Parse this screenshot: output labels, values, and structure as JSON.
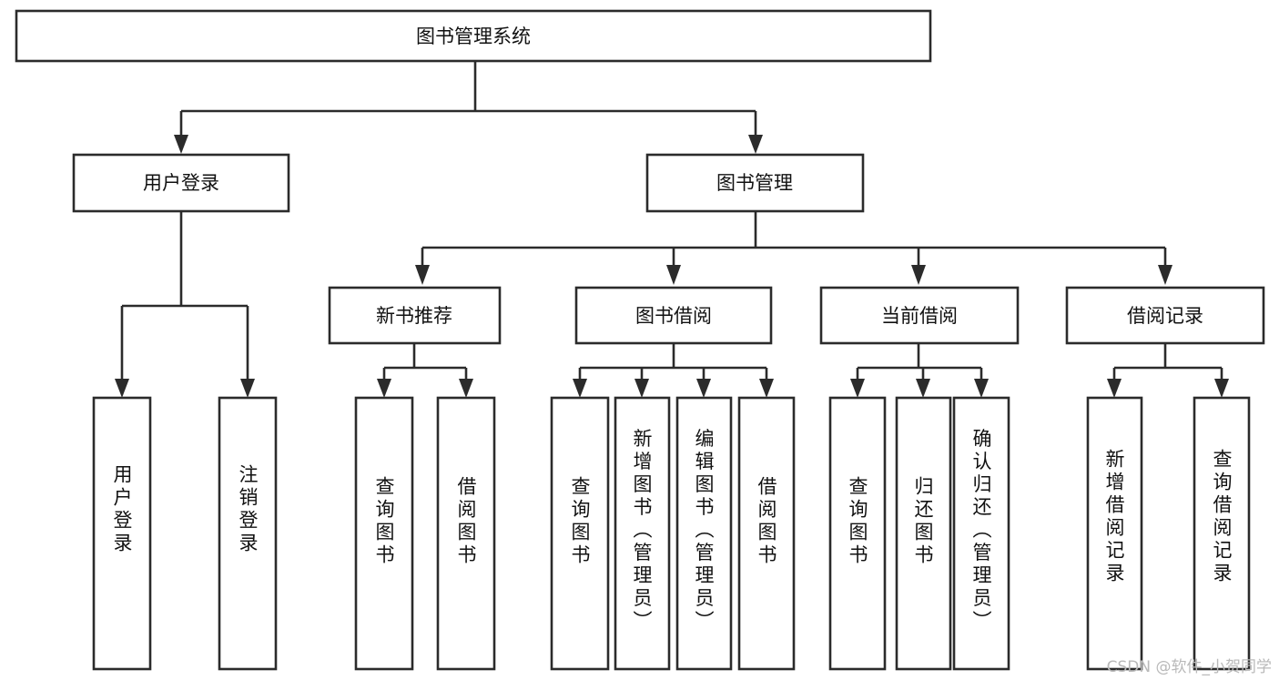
{
  "diagram": {
    "type": "tree",
    "title": "图书管理系统",
    "watermark": "CSDN @软件_小贺同学",
    "colors": {
      "box_stroke": "#2b2b2b",
      "box_fill": "#ffffff",
      "text": "#111111",
      "watermark": "#b9b9b9"
    },
    "levels": {
      "root": {
        "label": "图书管理系统"
      },
      "level2": [
        {
          "label": "用户登录"
        },
        {
          "label": "图书管理"
        }
      ],
      "level3": [
        {
          "label": "新书推荐"
        },
        {
          "label": "图书借阅"
        },
        {
          "label": "当前借阅"
        },
        {
          "label": "借阅记录"
        }
      ],
      "leaves": [
        {
          "label": "用户登录",
          "parent": "用户登录"
        },
        {
          "label": "注销登录",
          "parent": "用户登录"
        },
        {
          "label": "查询图书",
          "parent": "新书推荐"
        },
        {
          "label": "借阅图书",
          "parent": "新书推荐"
        },
        {
          "label": "查询图书",
          "parent": "图书借阅"
        },
        {
          "label": "新增图书（管理员）",
          "parent": "图书借阅"
        },
        {
          "label": "编辑图书（管理员）",
          "parent": "图书借阅"
        },
        {
          "label": "借阅图书",
          "parent": "图书借阅"
        },
        {
          "label": "查询图书",
          "parent": "当前借阅"
        },
        {
          "label": "归还图书",
          "parent": "当前借阅"
        },
        {
          "label": "确认归还（管理员）",
          "parent": "当前借阅"
        },
        {
          "label": "新增借阅记录",
          "parent": "借阅记录"
        },
        {
          "label": "查询借阅记录",
          "parent": "借阅记录"
        }
      ]
    }
  }
}
